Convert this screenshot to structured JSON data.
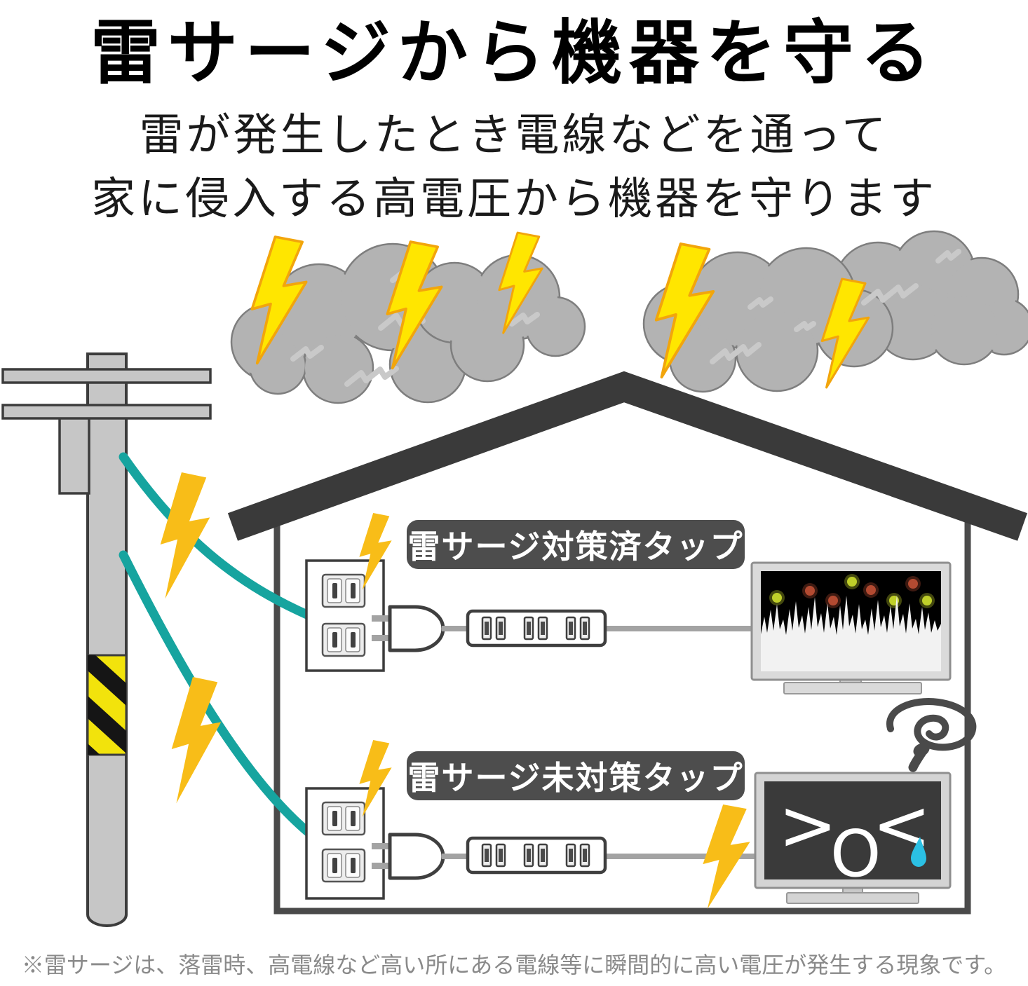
{
  "header": {
    "title": "雷サージから機器を守る",
    "subtitle_line1": "雷が発生したとき電線などを通って",
    "subtitle_line2": "家に侵入する高電圧から機器を守ります"
  },
  "rooms": {
    "protected": {
      "label": "雷サージ対策済タップ",
      "tv_screen": "live-concert-scene"
    },
    "unprotected": {
      "label": "雷サージ未対策タップ",
      "face_left": ">",
      "face_mouth": "O",
      "face_right": "<"
    }
  },
  "footer": {
    "note": "※雷サージは、落雷時、高電線など高い所にある電線等に瞬間的に高い電圧が発生する現象です。"
  },
  "icons": [
    "storm-cloud-icon",
    "lightning-bolt-icon",
    "utility-pole-icon",
    "power-line-icon",
    "house-icon",
    "power-outlet-icon",
    "plug-icon",
    "power-strip-icon",
    "tv-icon",
    "dizzy-swirl-icon",
    "tear-icon"
  ],
  "colors": {
    "bolt_yellow": "#FFE600",
    "bolt_outline": "#F2A50C",
    "bolt_amber": "#F8BD18",
    "wire_teal": "#16A49F",
    "cloud_gray": "#B3B3B3",
    "cloud_outline": "#7E7E7E",
    "warning_yellow": "#F2E30C",
    "tear_cyan": "#2BC0E4",
    "badge_bg": "#4D4D4D",
    "roof_dark": "#3A3A3A",
    "screen_black": "#000000",
    "screen_dark": "#3A3A3A"
  }
}
